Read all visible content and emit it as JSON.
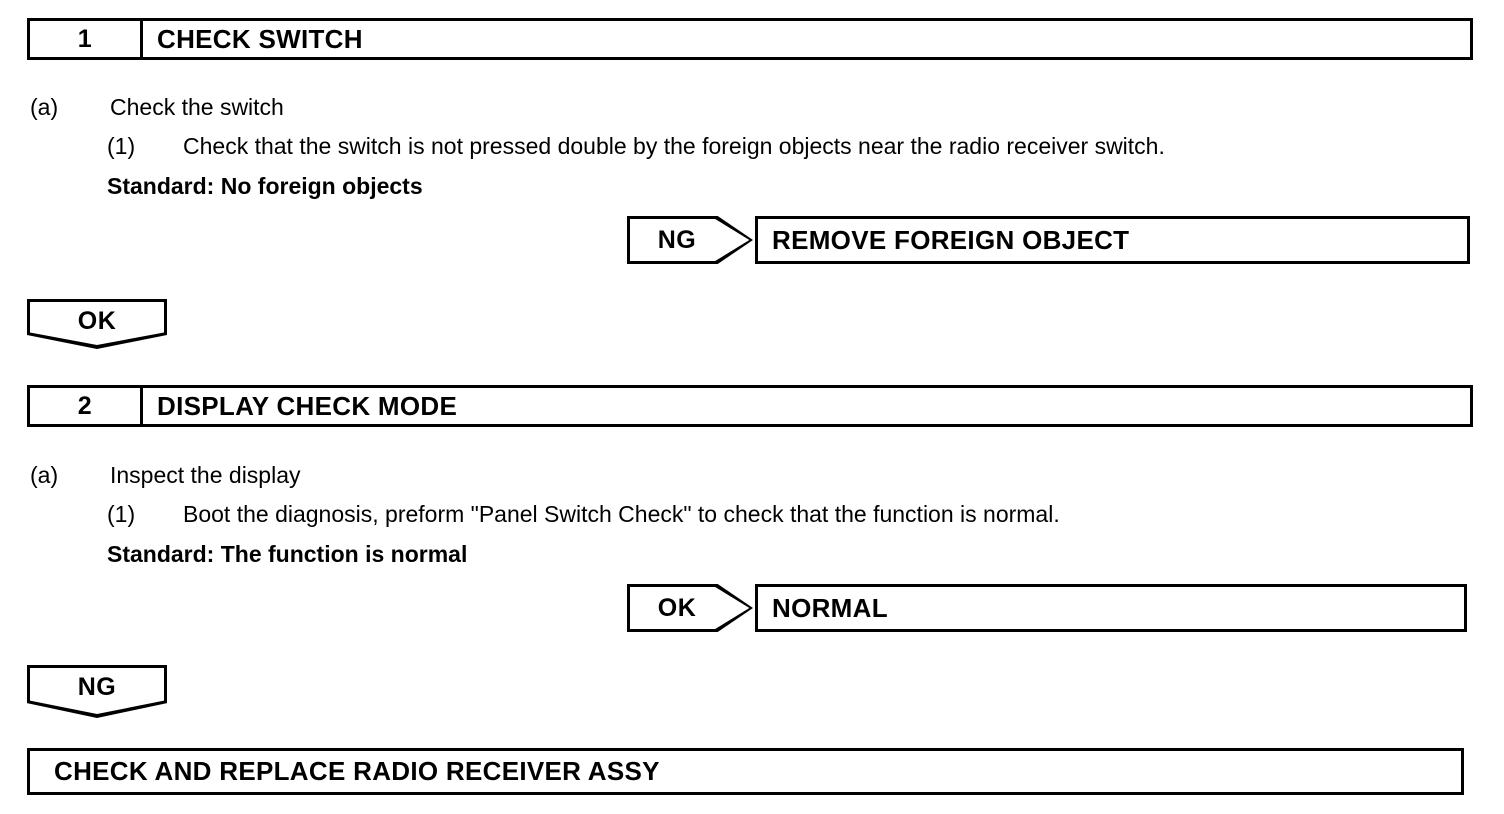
{
  "document": {
    "type": "troubleshooting-flowchart",
    "ink_color": "#000000",
    "page_background": "#ffffff"
  },
  "steps": [
    {
      "number": "1",
      "title": "CHECK SWITCH",
      "item_marker": "(a)",
      "item_text": "Check the switch",
      "sub_marker": "(1)",
      "sub_text": "Check that the switch is not pressed double by the foreign objects near the radio receiver switch.",
      "standard": "Standard: No foreign objects",
      "branch": {
        "tag": "NG",
        "result": "REMOVE FOREIGN OBJECT"
      },
      "continue_banner": "OK"
    },
    {
      "number": "2",
      "title": "DISPLAY CHECK MODE",
      "item_marker": "(a)",
      "item_text": "Inspect the display",
      "sub_marker": "(1)",
      "sub_text": "Boot the diagnosis, preform \"Panel Switch Check\" to check that the function is normal.",
      "standard": "Standard: The function is normal",
      "branch": {
        "tag": "OK",
        "result": "NORMAL"
      },
      "continue_banner": "NG"
    }
  ],
  "final_action": {
    "label": "CHECK AND REPLACE RADIO RECEIVER ASSY"
  }
}
